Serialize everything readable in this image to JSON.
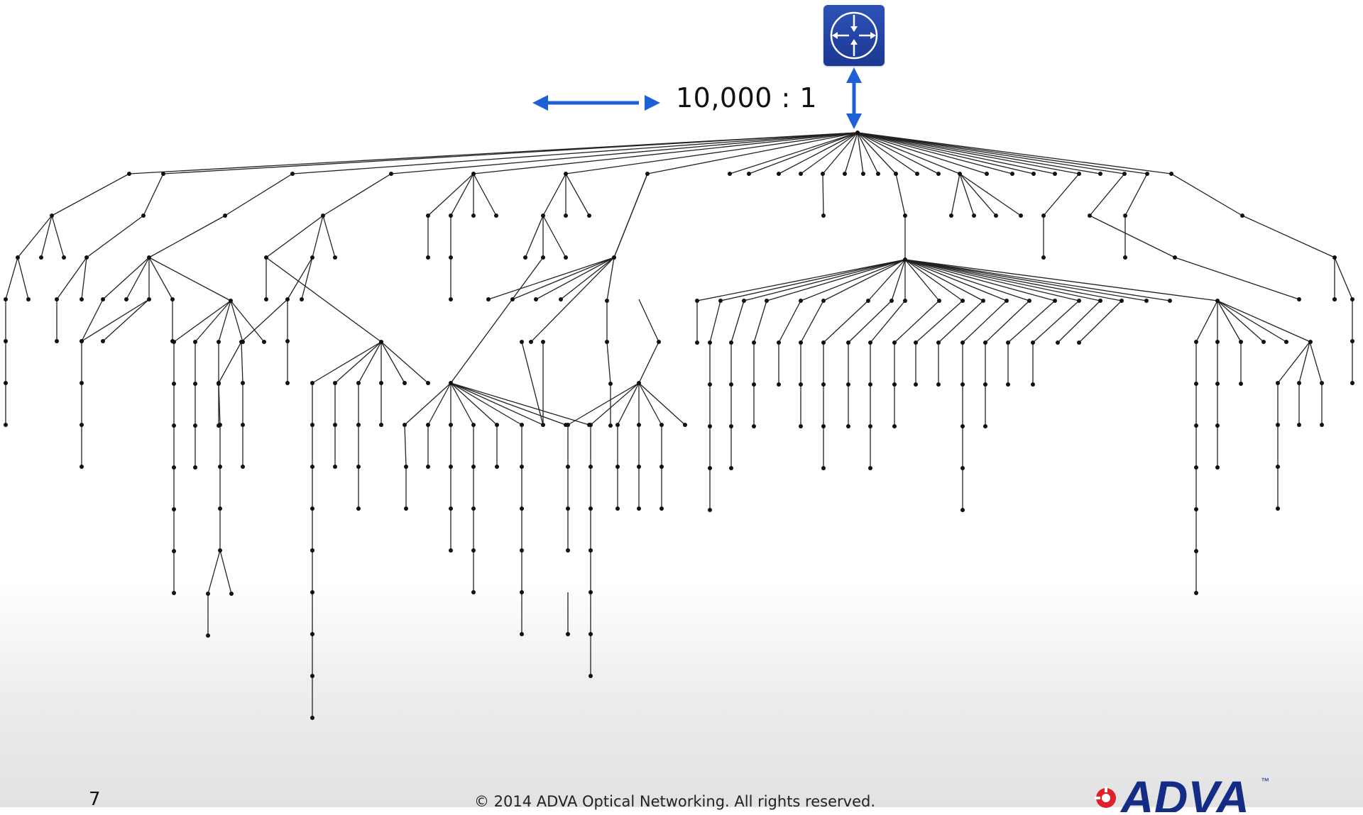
{
  "ratio_label": "10,000 : 1",
  "footer": {
    "slide_number": "7",
    "copyright": "© 2014 ADVA Optical Networking. All rights reserved."
  },
  "logo": {
    "text": "ADVA",
    "tm": "™"
  },
  "icons": {
    "router": "router-icon",
    "horizontal_arrow": "double-arrow-horizontal-icon",
    "vertical_arrow": "double-arrow-vertical-icon"
  },
  "colors": {
    "arrow": "#1f5fd6",
    "router_bg": "#1f3f9e",
    "tree": "#111111",
    "logo_navy": "#142c86",
    "logo_red": "#e0202a"
  }
}
